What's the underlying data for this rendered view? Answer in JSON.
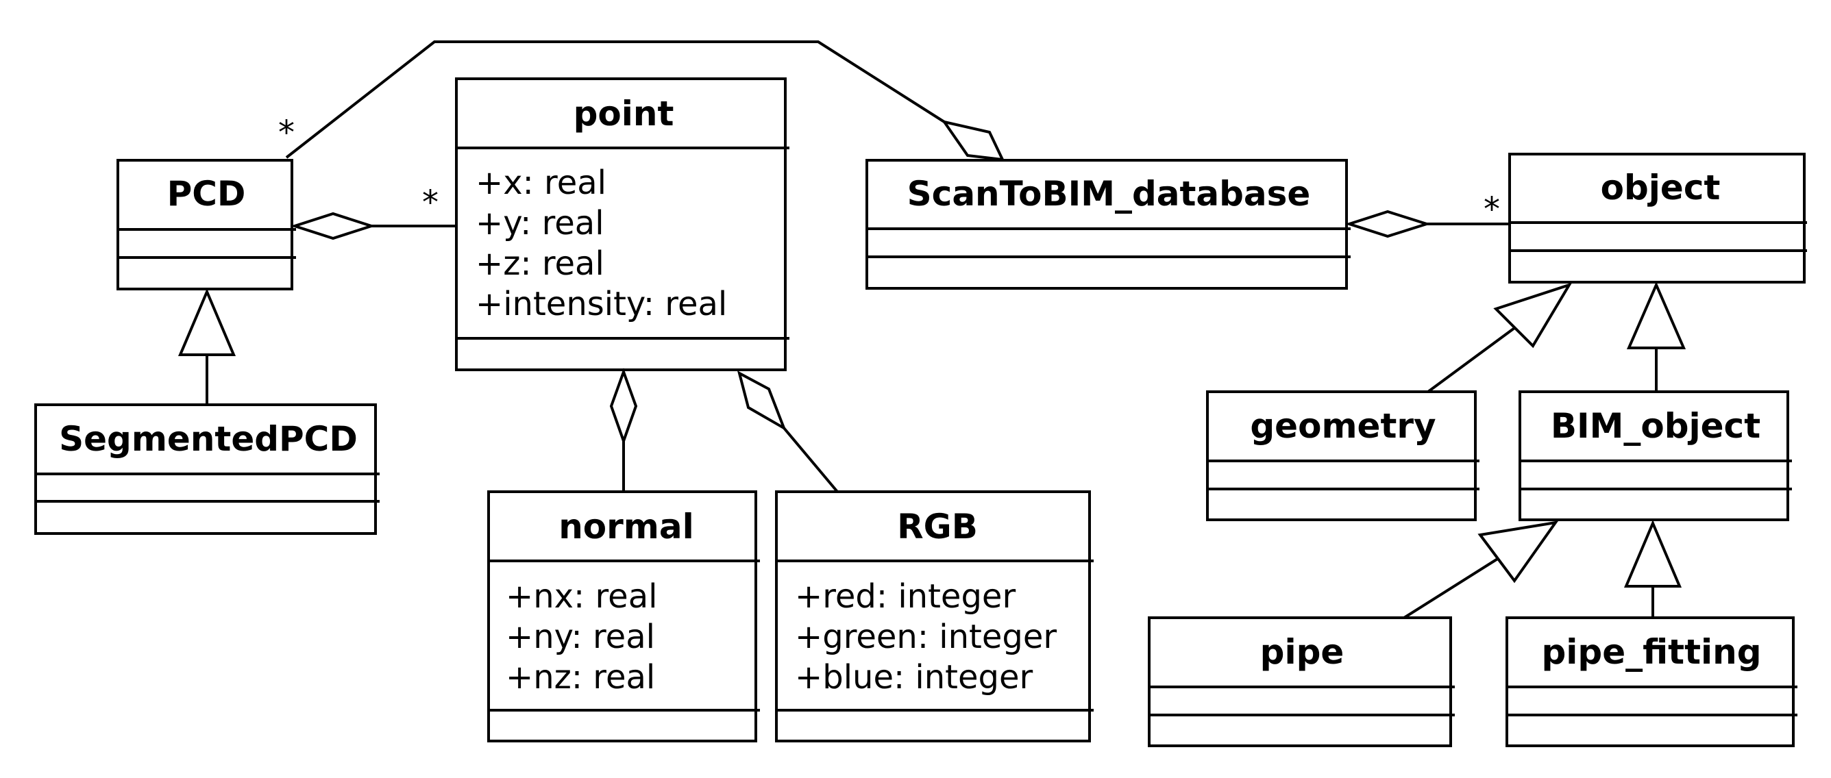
{
  "diagram": {
    "classes": {
      "pcd": {
        "name": "PCD",
        "attributes": []
      },
      "segmented_pcd": {
        "name": "SegmentedPCD",
        "attributes": []
      },
      "point": {
        "name": "point",
        "attributes": [
          "+x: real",
          "+y: real",
          "+z: real",
          "+intensity: real"
        ]
      },
      "normal": {
        "name": "normal",
        "attributes": [
          "+nx: real",
          "+ny: real",
          "+nz: real"
        ]
      },
      "rgb": {
        "name": "RGB",
        "attributes": [
          "+red: integer",
          "+green: integer",
          "+blue: integer"
        ]
      },
      "scantobim_database": {
        "name": "ScanToBIM_database",
        "attributes": []
      },
      "object": {
        "name": "object",
        "attributes": []
      },
      "geometry": {
        "name": "geometry",
        "attributes": []
      },
      "bim_object": {
        "name": "BIM_object",
        "attributes": []
      },
      "pipe": {
        "name": "pipe",
        "attributes": []
      },
      "pipe_fitting": {
        "name": "pipe_fitting",
        "attributes": []
      }
    },
    "multiplicities": {
      "pcd_database": "*",
      "point_pcd": "*",
      "object_database": "*"
    },
    "relations": [
      {
        "type": "aggregation",
        "whole": "ScanToBIM_database",
        "part": "PCD",
        "multiplicity": "*"
      },
      {
        "type": "aggregation",
        "whole": "PCD",
        "part": "point",
        "multiplicity": "*"
      },
      {
        "type": "aggregation",
        "whole": "ScanToBIM_database",
        "part": "object",
        "multiplicity": "*"
      },
      {
        "type": "aggregation",
        "whole": "point",
        "part": "normal"
      },
      {
        "type": "aggregation",
        "whole": "point",
        "part": "RGB"
      },
      {
        "type": "generalization",
        "parent": "PCD",
        "child": "SegmentedPCD"
      },
      {
        "type": "generalization",
        "parent": "object",
        "child": "geometry"
      },
      {
        "type": "generalization",
        "parent": "object",
        "child": "BIM_object"
      },
      {
        "type": "generalization",
        "parent": "BIM_object",
        "child": "pipe"
      },
      {
        "type": "generalization",
        "parent": "BIM_object",
        "child": "pipe_fitting"
      }
    ]
  }
}
